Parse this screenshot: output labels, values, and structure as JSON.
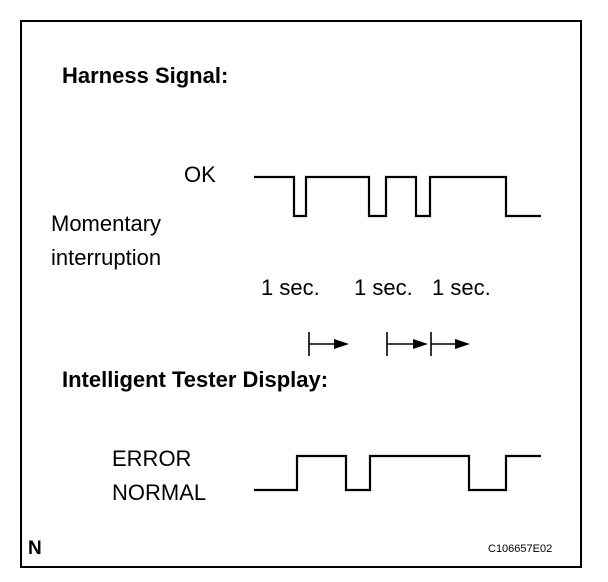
{
  "harness": {
    "heading": "Harness Signal:",
    "ok_label": "OK",
    "interrupt_label_1": "Momentary",
    "interrupt_label_2": "interruption",
    "times": [
      "1 sec.",
      "1 sec.",
      "1 sec."
    ]
  },
  "tester": {
    "heading": "Intelligent Tester Display:",
    "error_label": "ERROR",
    "normal_label": "NORMAL"
  },
  "corner_mark": "N",
  "figure_code": "C106657E02"
}
